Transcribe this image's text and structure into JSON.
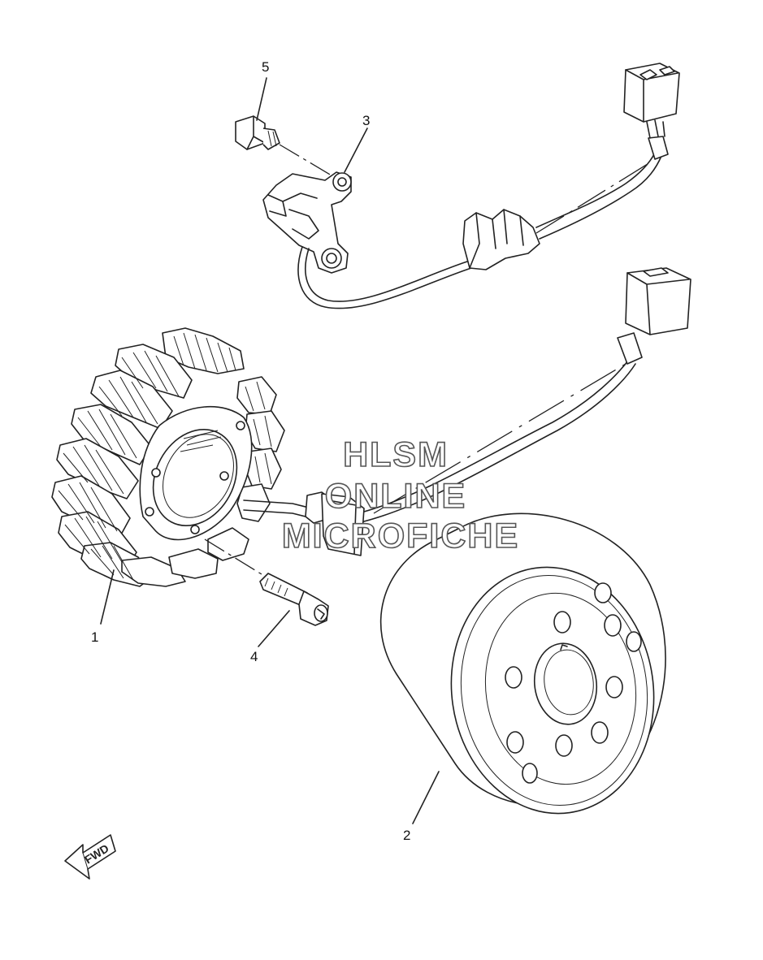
{
  "callouts": {
    "c1": "1",
    "c2": "2",
    "c3": "3",
    "c4": "4",
    "c5": "5"
  },
  "fwd_label": "FWD",
  "watermark": {
    "line1": "HLSM",
    "line2": "ONLINE",
    "line3": "MICROFICHE"
  }
}
